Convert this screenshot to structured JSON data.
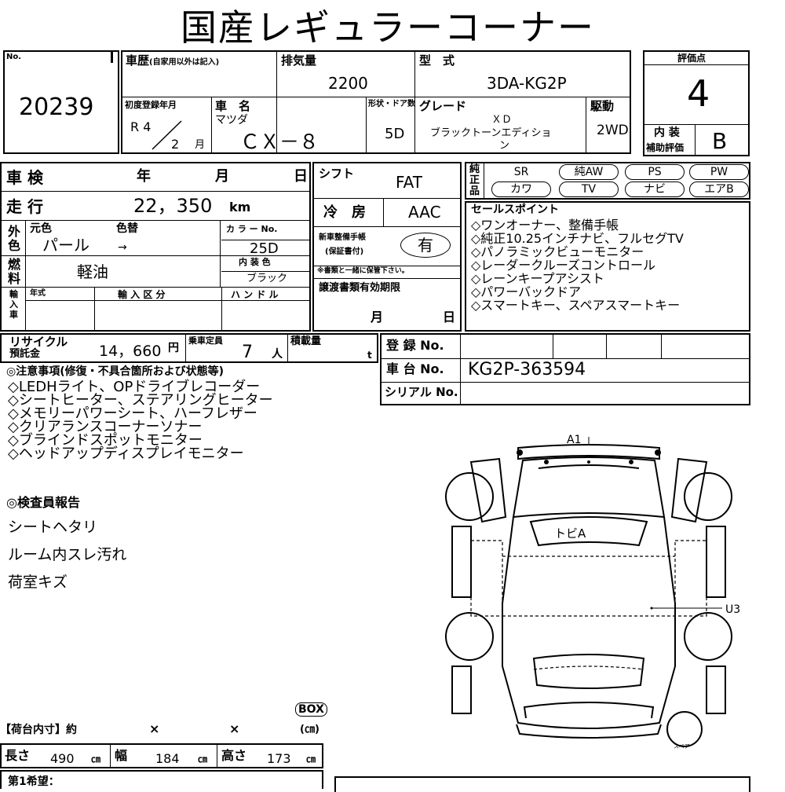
{
  "title": "国産レギュラーコーナー",
  "lot": {
    "label": "No.",
    "number": "20239"
  },
  "history": {
    "label": "車歴",
    "note": "(自家用以外は記入)"
  },
  "displacement": {
    "label": "排気量",
    "value": "2200"
  },
  "model_type": {
    "label": "型　式",
    "value": "3DA-KG2P"
  },
  "score": {
    "label": "評価点",
    "value": "4"
  },
  "interior_grade": {
    "label1": "内 装",
    "label2": "補助評価",
    "value": "B"
  },
  "first_reg": {
    "label": "初度登録年月",
    "era": "R 4",
    "month": "2",
    "month_unit": "月"
  },
  "car_name": {
    "label": "車　名",
    "maker": "マツダ",
    "value": "ＣＸ－８"
  },
  "doors": {
    "label": "形状・ドア数",
    "value": "5D"
  },
  "grade": {
    "label": "グレード",
    "line1": "ＸＤ",
    "line2": "ブラックトーンエディショ",
    "line3": "ン"
  },
  "drive": {
    "label": "駆動",
    "value": "2WD"
  },
  "inspection": {
    "label": "車 検",
    "year": "年",
    "month": "月",
    "day": "日"
  },
  "shift": {
    "label": "シフト",
    "value": "FAT"
  },
  "equipment": {
    "label": "純正品",
    "row1": [
      "SR",
      "純AW",
      "PS",
      "PW"
    ],
    "row2": [
      "カワ",
      "TV",
      "ナビ",
      "エアB"
    ]
  },
  "mileage": {
    "label": "走 行",
    "value": "22，350",
    "unit": "km"
  },
  "ac": {
    "label": "冷　房",
    "value": "AAC"
  },
  "sales_points": {
    "label": "セールスポイント",
    "items": [
      "◇ワンオーナー、整備手帳",
      "◇純正10.25インチナビ、フルセグTV",
      "◇パノラミックビューモニター",
      "◇レーダークルーズコントロール",
      "◇レーンキープアシスト",
      "◇パワーバックドア",
      "◇スマートキー、スペアスマートキー"
    ]
  },
  "exterior": {
    "label": "外色",
    "orig_label": "元色",
    "change_label": "色替",
    "orig_value": "パール",
    "arrow": "→",
    "code_label": "カ ラ ー No.",
    "code_value": "25D"
  },
  "manual": {
    "label1": "新車整備手帳",
    "label2": "(保証書付)",
    "value": "有",
    "note": "※書類と一緒に保管下さい。"
  },
  "fuel": {
    "label": "燃料",
    "value": "軽油",
    "interior_label": "内 装 色",
    "interior_value": "ブラック"
  },
  "import": {
    "label": "輸入車",
    "year_label": "年式",
    "class_label": "輸 入 区 分",
    "handle_label": "ハ ン ド ル"
  },
  "transfer": {
    "label": "譲渡書類有効期限",
    "month": "月",
    "day": "日"
  },
  "recycle": {
    "label1": "リサイクル",
    "label2": "預託金",
    "value": "14，660",
    "unit": "円"
  },
  "capacity": {
    "label": "乗車定員",
    "value": "7",
    "unit": "人"
  },
  "load": {
    "label": "積載量",
    "unit": "t"
  },
  "registration": {
    "label": "登 録 No."
  },
  "chassis": {
    "label": "車 台 No.",
    "value": "KG2P-363594"
  },
  "serial": {
    "label": "シリアル No."
  },
  "notes": {
    "label": "◎注意事項(修復・不具合箇所および状態等)",
    "items": [
      "◇LEDHライト、OPドライブレコーダー",
      "◇シートヒーター、ステアリングヒーター",
      "◇メモリーパワーシート、ハーフレザー",
      "◇クリアランスコーナーソナー",
      "◇ブラインドスポットモニター",
      "◇ヘッドアップディスプレイモニター"
    ]
  },
  "inspector": {
    "label": "◎検査員報告",
    "items": [
      "シートヘタリ",
      "ルーム内スレ汚れ",
      "荷室キズ"
    ]
  },
  "cargo": {
    "label": "【荷台内寸】約",
    "x1": "×",
    "x2": "×",
    "box": "BOX",
    "unit": "(㎝)"
  },
  "dims": {
    "len_label": "長さ",
    "len": "490",
    "wid_label": "幅",
    "wid": "184",
    "hei_label": "高さ",
    "hei": "173",
    "unit": "㎝"
  },
  "wish": {
    "label": "第1希望："
  },
  "diagram": {
    "front": "A1",
    "roof": "トビA",
    "side": "U3",
    "spare": "スペア"
  }
}
